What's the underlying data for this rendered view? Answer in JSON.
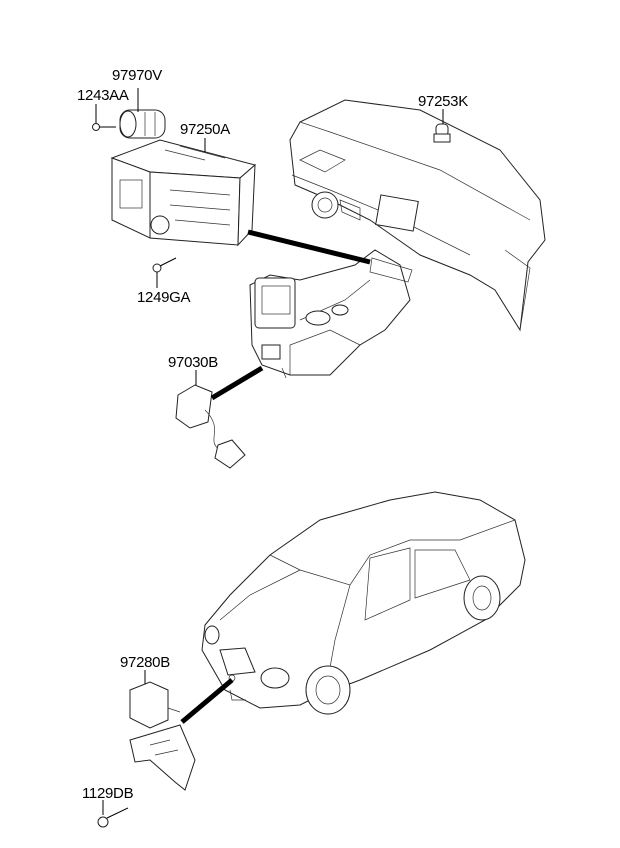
{
  "parts": {
    "climate_control_actuator": "97970V",
    "screw_actuator": "1243AA",
    "heater_control_unit": "97250A",
    "photo_sensor": "97253K",
    "screw_control_unit": "1249GA",
    "switch_assembly": "97030B",
    "ambient_sensor": "97280B",
    "bolt_sensor": "1129DB"
  }
}
